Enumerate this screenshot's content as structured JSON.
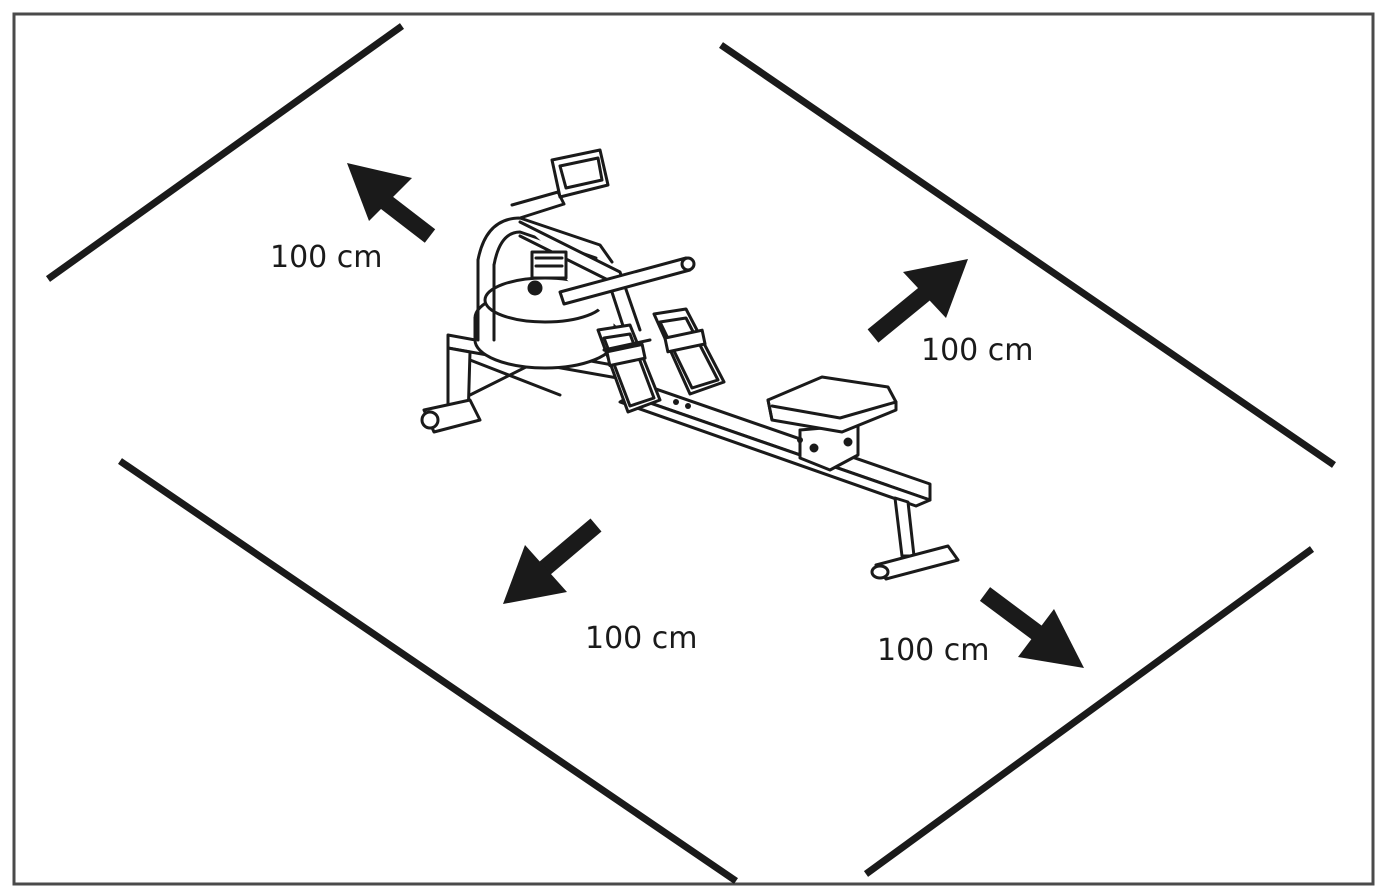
{
  "diagram": {
    "labels": {
      "back_left": "100 cm",
      "back_right": "100 cm",
      "front_left": "100 cm",
      "front_right": "100 cm"
    },
    "colors": {
      "line": "#1a1a1a",
      "frame": "#4a4a4a",
      "background": "#ffffff"
    }
  }
}
